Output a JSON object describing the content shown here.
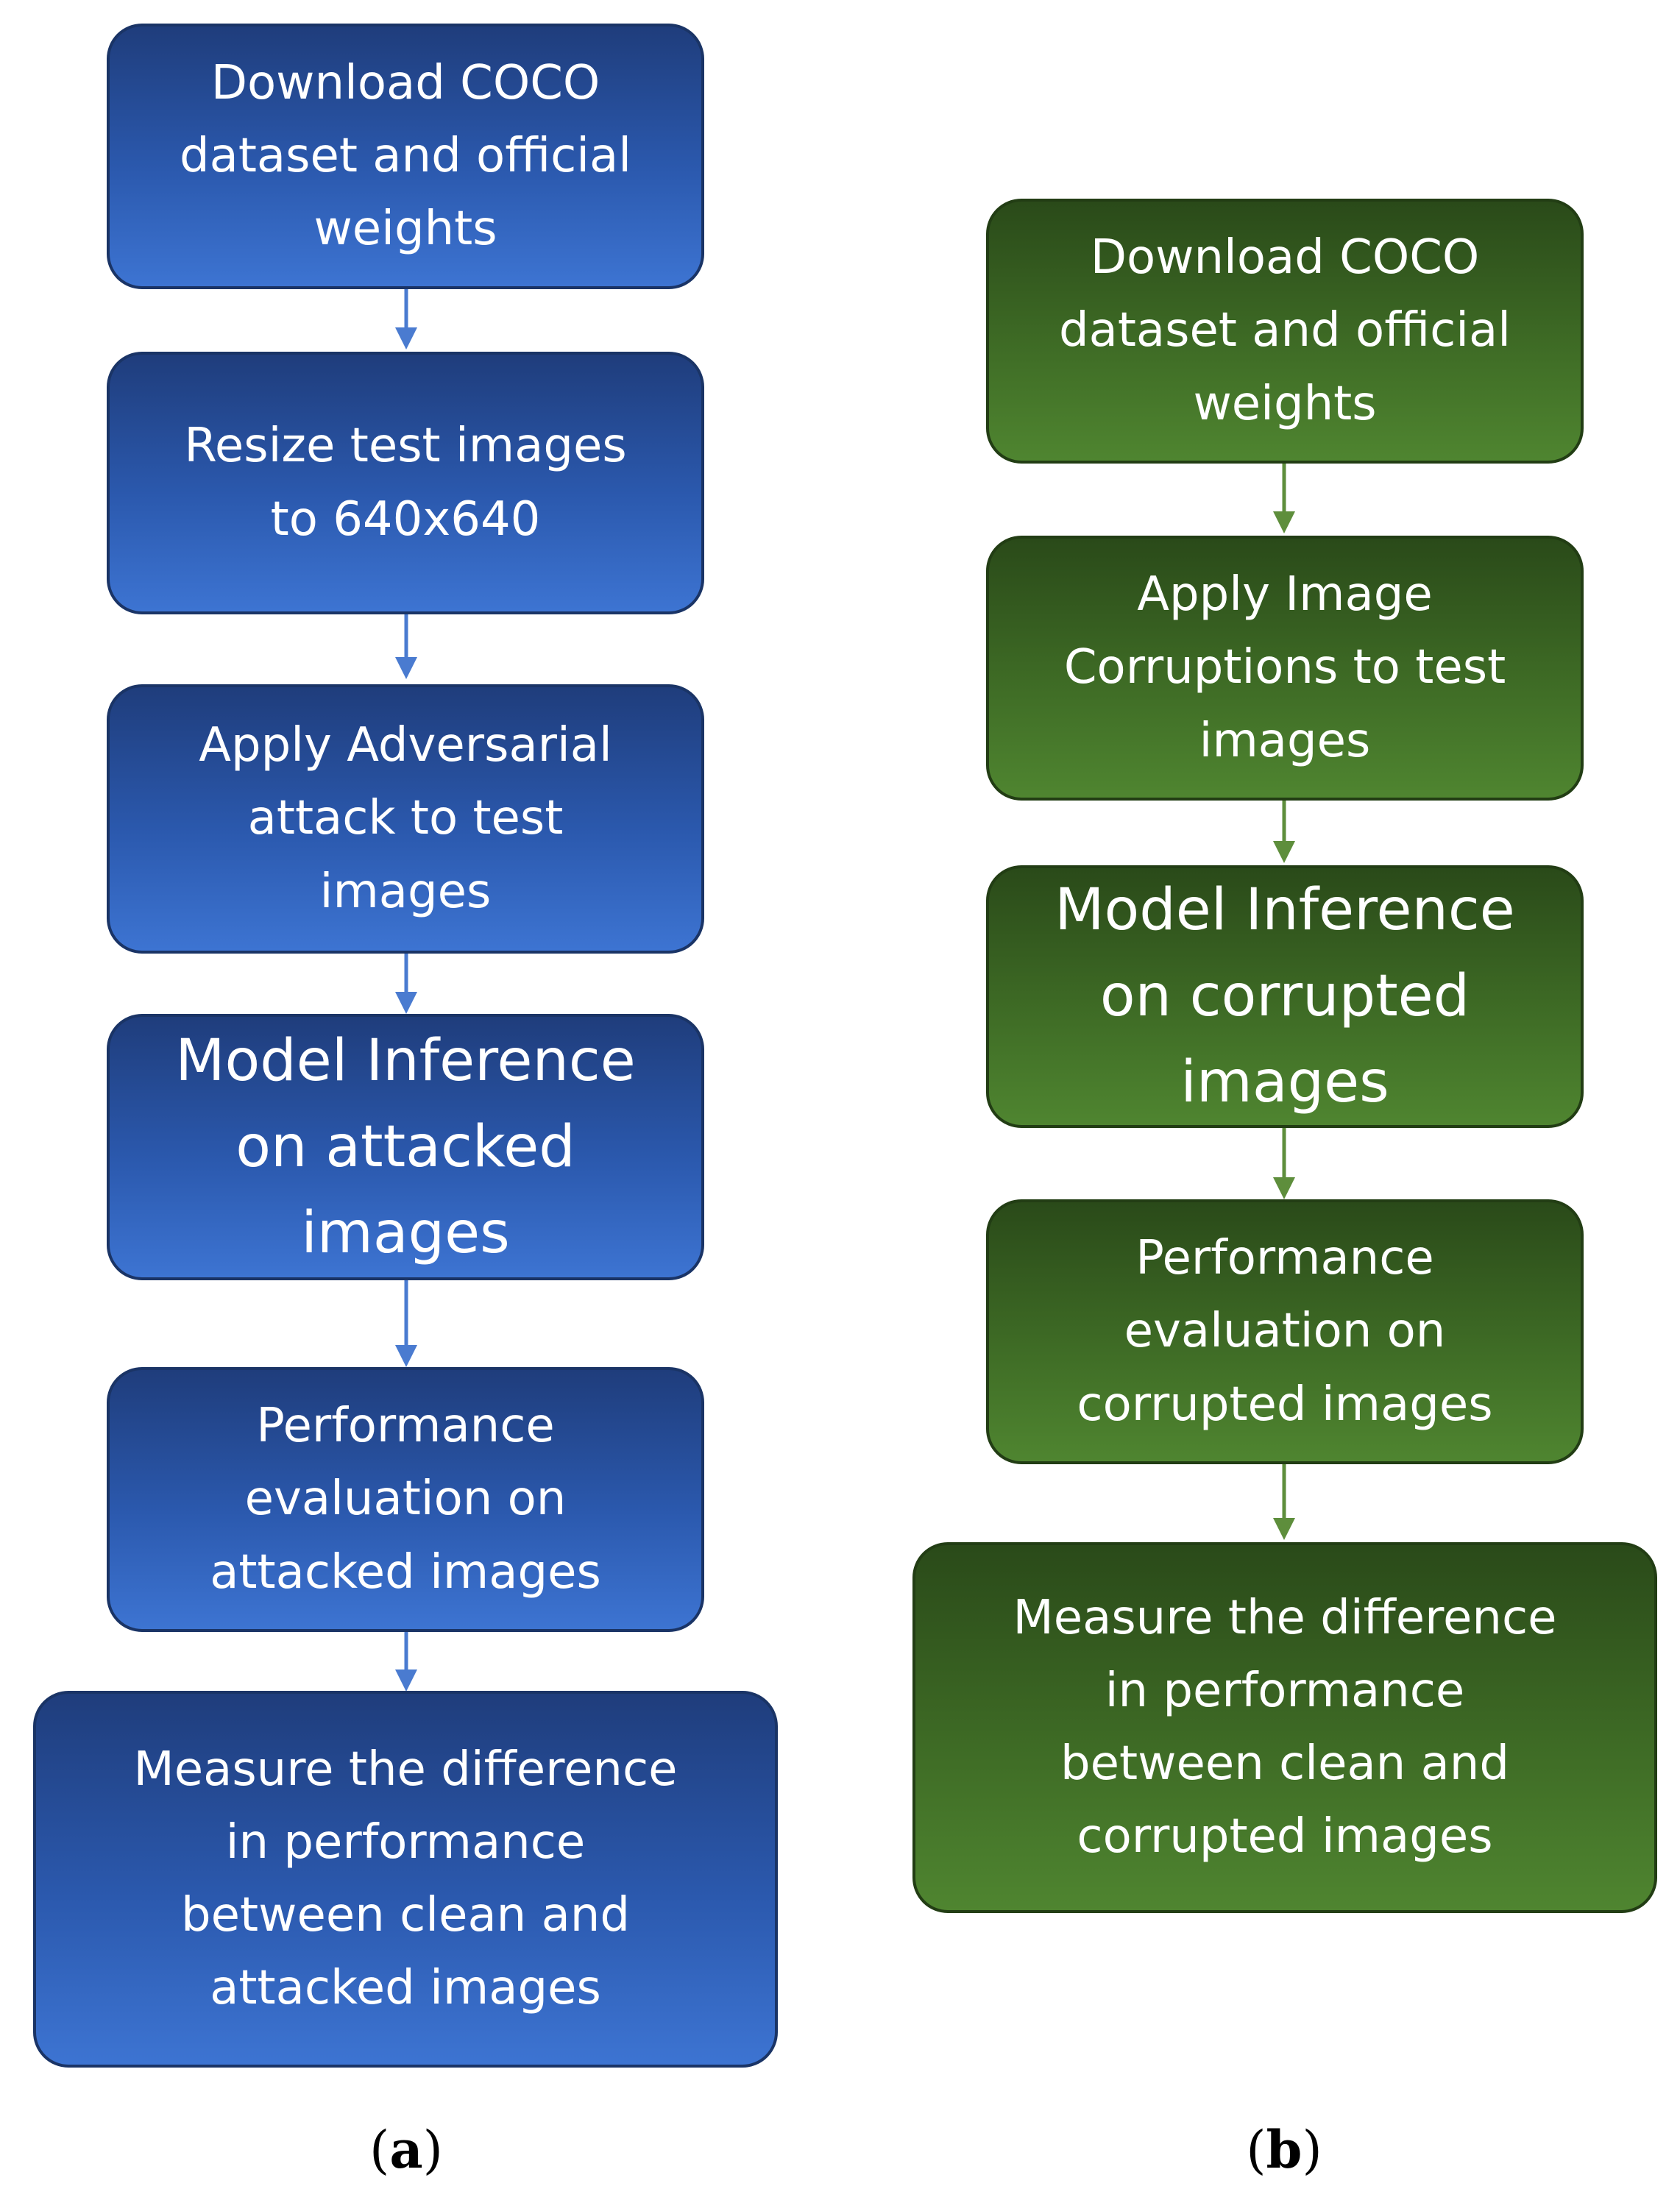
{
  "flow_a": {
    "steps": [
      "Download COCO\ndataset and official\nweights",
      "Resize test images\nto 640x640",
      "Apply Adversarial\nattack to test\nimages",
      "Model Inference\non attacked\nimages",
      "Performance\nevaluation on\nattacked images",
      "Measure the difference\nin performance\nbetween clean and\nattacked images"
    ],
    "caption_open": "(",
    "caption_letter": "a",
    "caption_close": ")",
    "color": "#2b59ae"
  },
  "flow_b": {
    "steps": [
      "Download COCO\ndataset and official\nweights",
      "Apply Image\nCorruptions to test\nimages",
      "Model Inference\non corrupted\nimages",
      "Performance\nevaluation on\ncorrupted images",
      "Measure the difference\nin performance\nbetween clean and\ncorrupted images"
    ],
    "caption_open": "(",
    "caption_letter": "b",
    "caption_close": ")",
    "color": "#3e6b25"
  }
}
